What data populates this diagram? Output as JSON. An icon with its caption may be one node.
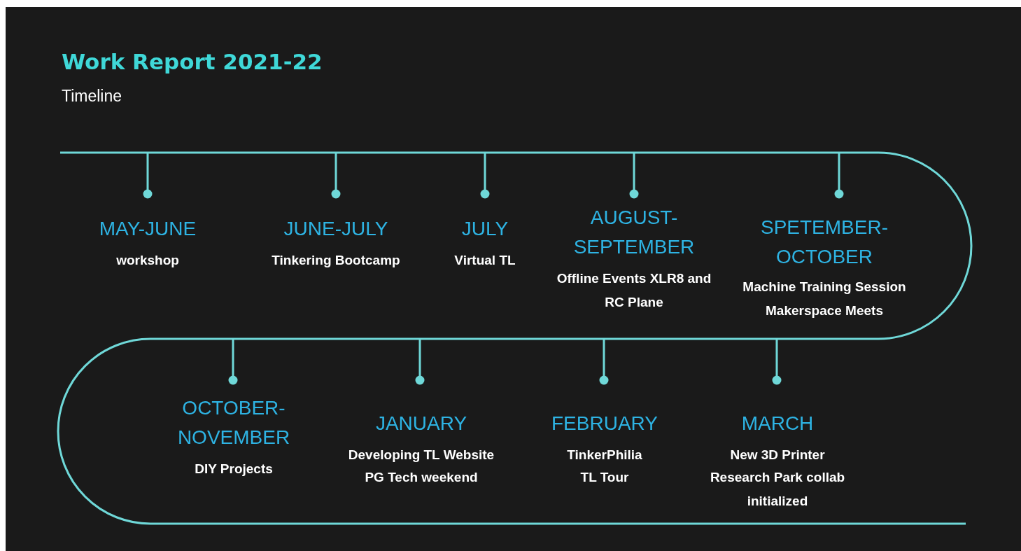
{
  "diagram": {
    "title": "Work Report 2021-22",
    "labels": [
      "Timeline",
      "MAY-JUNE",
      "workshop",
      "JUNE-JULY",
      "Tinkering Bootcamp",
      "JULY",
      "Virtual TL",
      "AUGUST-SEPTEMBER",
      "Offline Events XLR8 and RC Plane",
      "SPETEMBER-OCTOBER",
      "Machine Training Session",
      "Makerspace Meets",
      "OCTOBER-NOVEMBER",
      "DIY Projects",
      "JANUARY",
      "Developing TL Website",
      "PG Tech weekend",
      "FEBRUARY",
      "TinkerPhilia",
      "TL Tour",
      "MARCH",
      "New 3D Printer",
      "Research Park collab initialized"
    ]
  }
}
